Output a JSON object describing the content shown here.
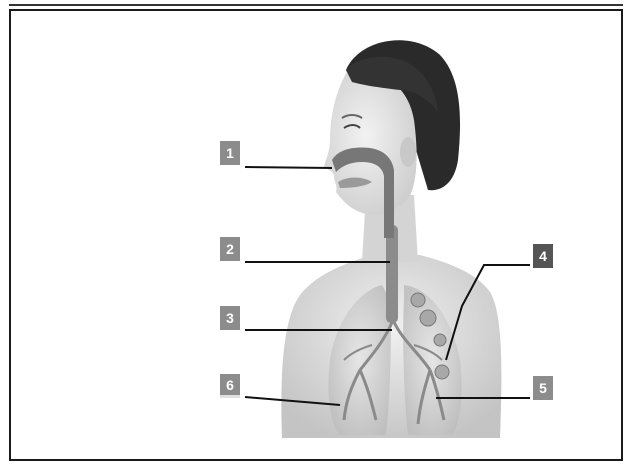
{
  "labels": [
    {
      "id": "1",
      "text": "1"
    },
    {
      "id": "2",
      "text": "2"
    },
    {
      "id": "3",
      "text": "3"
    },
    {
      "id": "4",
      "text": "4"
    },
    {
      "id": "5",
      "text": "5"
    },
    {
      "id": "6",
      "text": "6"
    }
  ],
  "colors": {
    "label_bg": "#8c8c8c",
    "label_bg_dark": "#555555",
    "skin": "#d8d8d8",
    "hair": "#2a2a2a",
    "airway": "#707070",
    "leader": "#111111"
  }
}
